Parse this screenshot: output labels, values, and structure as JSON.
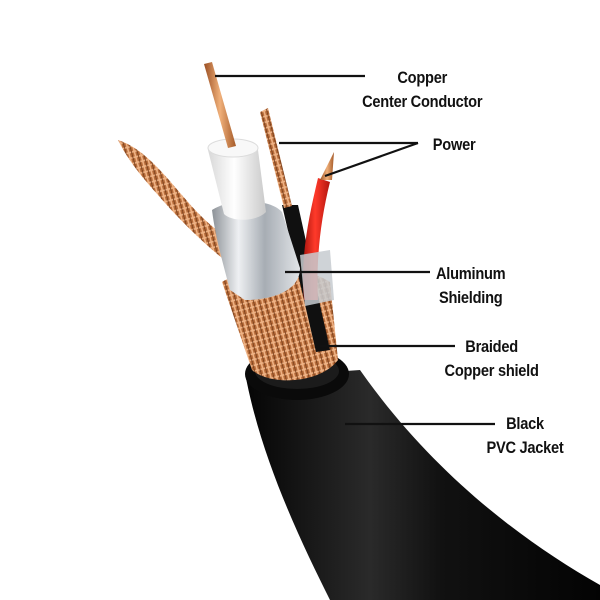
{
  "diagram": {
    "subject": "Coaxial cable cross-section (RG59 Siamese with power)",
    "background": "#ffffff",
    "colors": {
      "copper": "#c8773f",
      "copper_light": "#e8a775",
      "dielectric": "#f2f2f2",
      "aluminum": "#c9cdd2",
      "power_red": "#d92018",
      "jacket": "#0e0e0e",
      "leader_line": "#111111"
    },
    "labels": [
      {
        "id": "copper-center-conductor",
        "lines": [
          "Copper",
          "Center Conductor"
        ]
      },
      {
        "id": "power",
        "lines": [
          "Power"
        ]
      },
      {
        "id": "aluminum-shielding",
        "lines": [
          "Aluminum",
          "Shielding"
        ]
      },
      {
        "id": "braided-copper-shield",
        "lines": [
          "Braided",
          "Copper shield"
        ]
      },
      {
        "id": "black-pvc-jacket",
        "lines": [
          "Black",
          "PVC Jacket"
        ]
      }
    ]
  }
}
